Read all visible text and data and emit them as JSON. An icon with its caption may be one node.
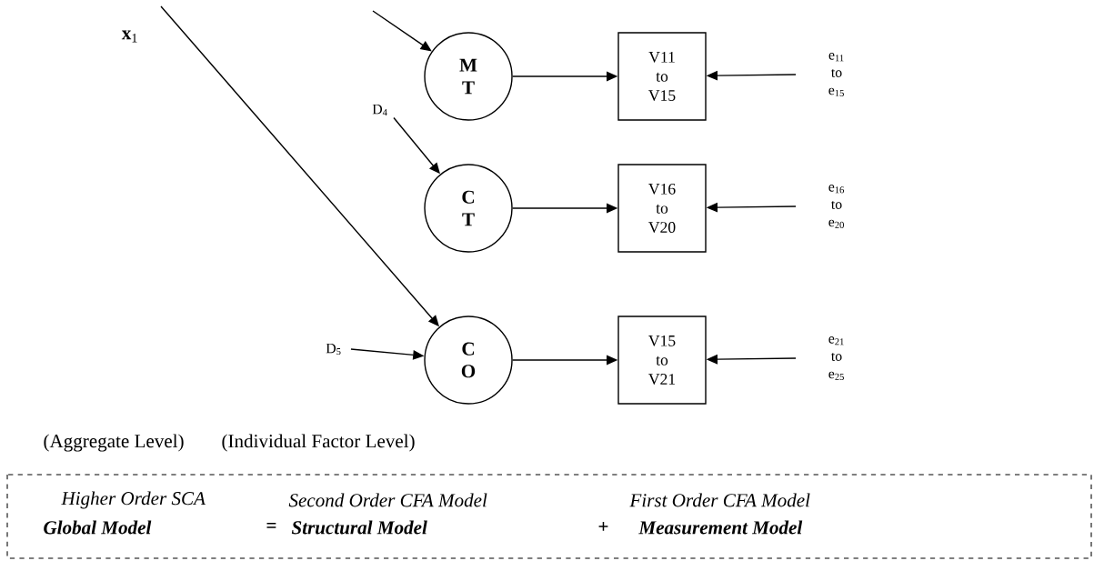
{
  "diagram": {
    "nodes": [
      {
        "text": [
          "M T"
        ]
      },
      {
        "text": [
          "V11 to V15"
        ]
      },
      {
        "text": [
          "e$_{11}$ to e$_{15}$"
        ]
      },
      {
        "text": [
          "D$_{4}$"
        ]
      },
      {
        "text": [
          "C T"
        ]
      },
      {
        "text": [
          "V16 to V20"
        ]
      },
      {
        "text": [
          "e$_{16}$ to e$_{20}$"
        ]
      },
      {
        "text": [
          "D$_{5}$"
        ]
      },
      {
        "text": [
          "C O"
        ]
      },
      {
        "text": [
          "V15 to V21"
        ]
      },
      {
        "text": [
          "e$_{21}$ to e$_{25}$"
        ]
      },
      {
        "text": [
          "Higher Order SCA",
          "Second Order CFA Model",
          "First Order CFA Model",
          "Global Model",
          "=",
          "Structural Model",
          "+",
          "Measurement Model"
        ]
      }
    ],
    "edges": [
      {
        "from": null,
        "to": 0,
        "arrow": "to"
      },
      {
        "from": 0,
        "to": 1,
        "arrow": "to"
      },
      {
        "from": 2,
        "to": 1,
        "arrow": "to"
      },
      {
        "from": 3,
        "to": 4,
        "arrow": "to"
      },
      {
        "from": 4,
        "to": 5,
        "arrow": "to"
      },
      {
        "from": 6,
        "to": 5,
        "arrow": "to"
      },
      {
        "from": null,
        "to": 8,
        "arrow": "to"
      },
      {
        "from": 7,
        "to": 8,
        "arrow": "to"
      },
      {
        "from": 8,
        "to": 9,
        "arrow": "to"
      },
      {
        "from": 10,
        "to": 9,
        "arrow": "to"
      }
    ],
    "labels": [
      "**x**$_{1}$",
      "(Aggregate Level)",
      "(Individual Factor Level)"
    ]
  }
}
